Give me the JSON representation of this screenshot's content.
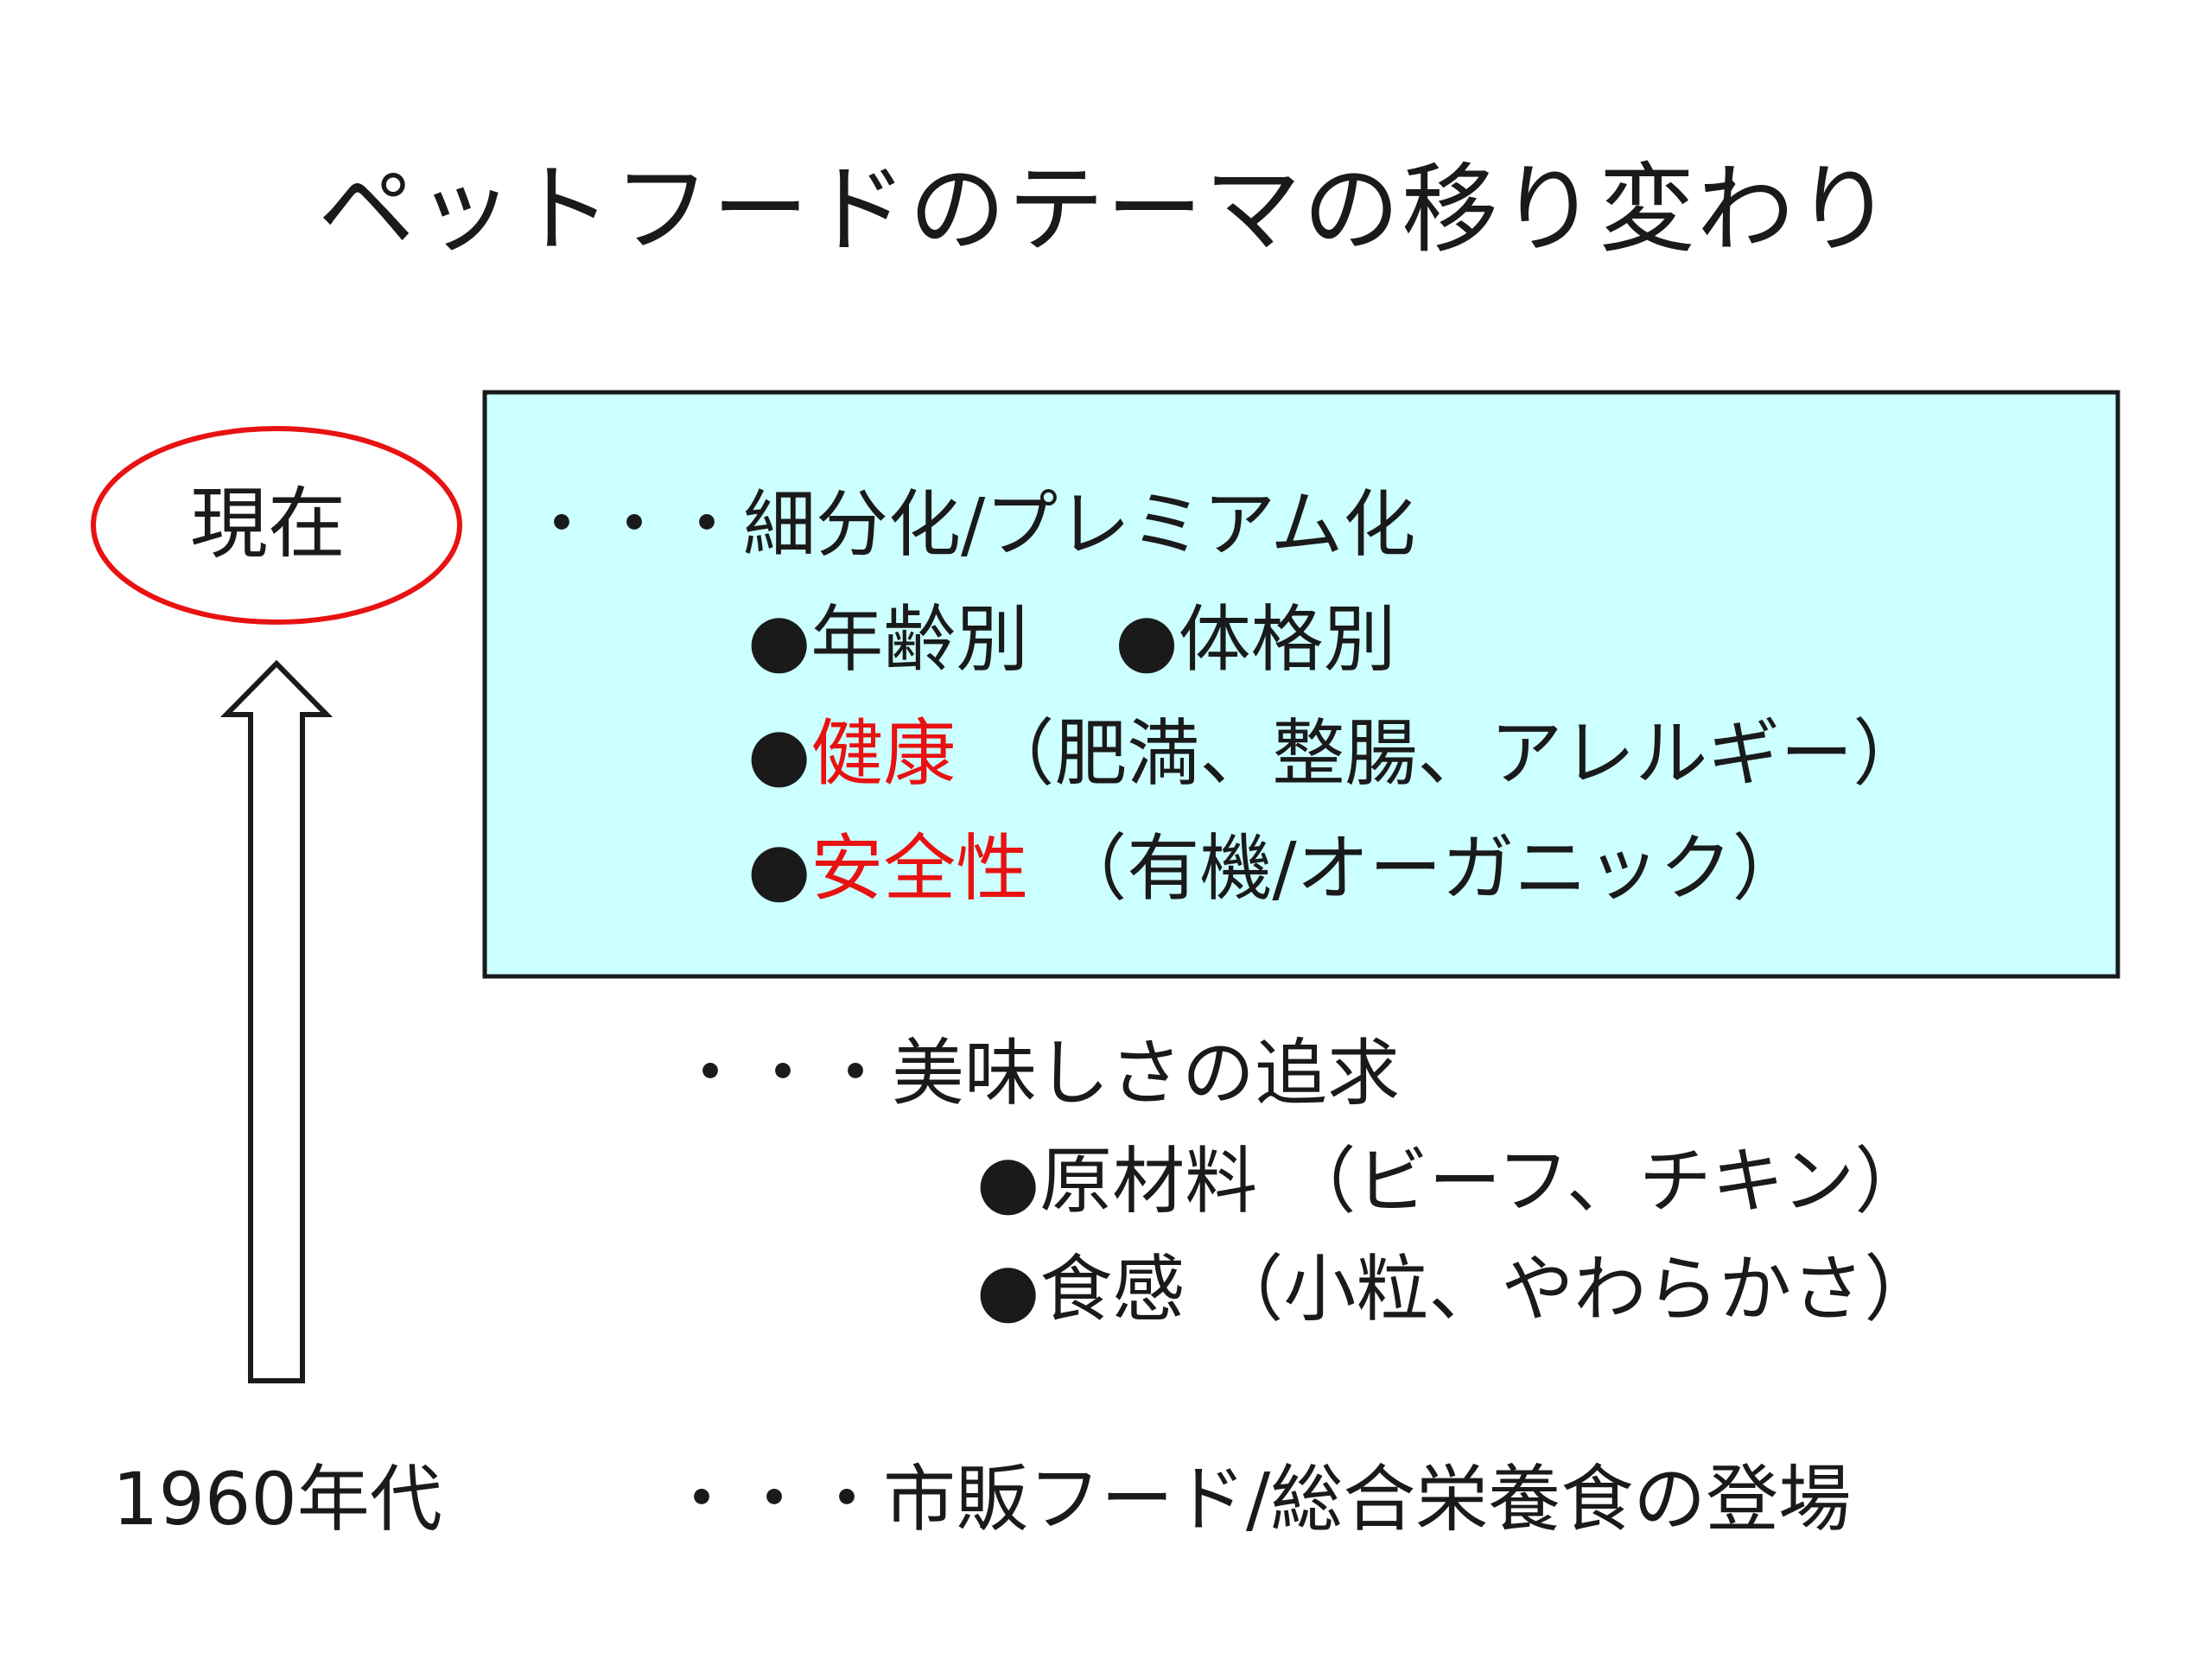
{
  "title": "ペットフードのテーマの移り変わり",
  "timeline": {
    "top_label": "現在",
    "bottom_label": "1960年代"
  },
  "colors": {
    "box_fill": "#ccffff",
    "ellipse_stroke": "#e81212",
    "highlight_text": "#e81212"
  },
  "current_section": {
    "heading": "・・・細分化/プレミアム化",
    "row1": {
      "bullet": "●",
      "item1": "年齢別",
      "bullet2": "●",
      "item2": "体格別"
    },
    "row2": {
      "bullet": "●",
      "highlight": "健康",
      "detail": "（肥満、整腸、アレルギー）"
    },
    "row3": {
      "bullet": "●",
      "highlight": "安全性",
      "detail": "（有機/オーガニック）"
    }
  },
  "middle_section": {
    "heading": "・・・美味しさの追求",
    "row1": {
      "bullet": "●",
      "item": "原材料",
      "detail": "（ビーフ、チキン）"
    },
    "row2": {
      "bullet": "●",
      "item": "食感",
      "detail": "（小粒、やわらかさ）"
    }
  },
  "bottom_section": {
    "heading": "・・・市販フード/総合栄養食の登場"
  }
}
